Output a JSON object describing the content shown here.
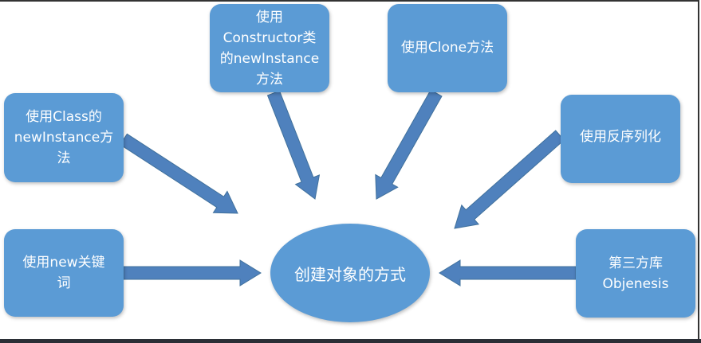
{
  "center": "创建对象的方式",
  "methods": [
    {
      "lines": [
        "使用Class的",
        "newInstance方",
        "法"
      ]
    },
    {
      "lines": [
        "使用",
        "Constructor类",
        "的newInstance",
        "方法"
      ]
    },
    {
      "lines": [
        "使用Clone方法"
      ]
    },
    {
      "lines": [
        "使用反序列化"
      ]
    },
    {
      "lines": [
        "使用new关键",
        "词"
      ]
    },
    {
      "lines": [
        "第三方库",
        "Objenesis"
      ]
    }
  ],
  "colors": {
    "box": "#5b9bd5",
    "arrow": "#4f81bd"
  }
}
